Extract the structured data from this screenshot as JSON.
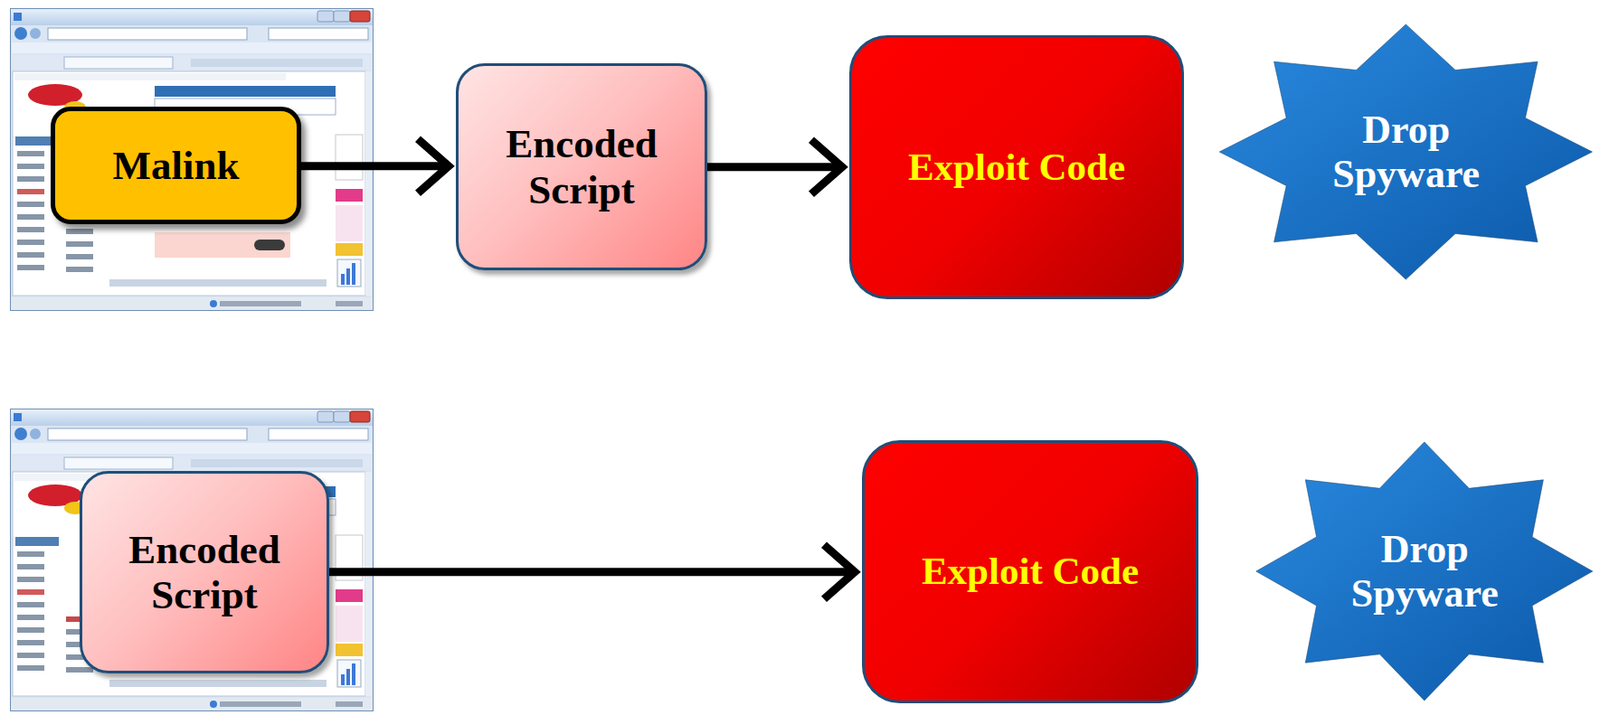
{
  "diagram": {
    "nodes": [
      {
        "text": [
          "Malink"
        ]
      },
      {
        "text": [
          "Encoded Script"
        ]
      },
      {
        "text": [
          "Exploit Code"
        ]
      },
      {
        "text": [
          "Drop Spyware"
        ]
      },
      {
        "text": [
          "Encoded Script"
        ]
      },
      {
        "text": [
          "Exploit Code"
        ]
      },
      {
        "text": [
          "Drop Spyware"
        ]
      }
    ],
    "edges": [
      {
        "from": 0,
        "to": 1,
        "arrow": "to"
      },
      {
        "from": 1,
        "to": 2,
        "arrow": "to"
      },
      {
        "from": 4,
        "to": 5,
        "arrow": "to"
      }
    ]
  }
}
